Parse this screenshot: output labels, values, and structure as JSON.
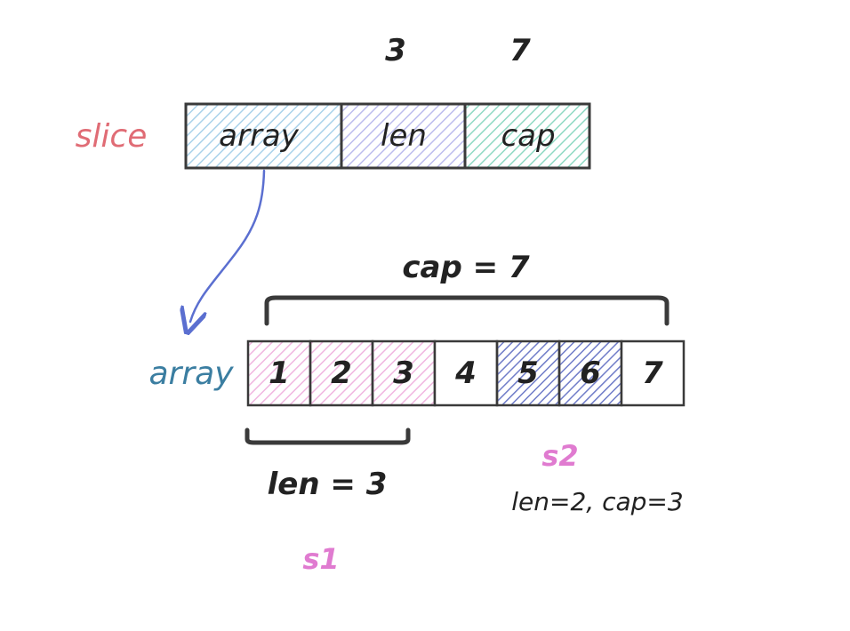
{
  "slice_struct": {
    "label": "slice",
    "label_color": "#e06c75",
    "fields": [
      {
        "name": "array",
        "value": "",
        "fill": "#cfe6f2"
      },
      {
        "name": "len",
        "value": "3",
        "fill": "#d6d6f2"
      },
      {
        "name": "cap",
        "value": "7",
        "fill": "#bfe8dc"
      }
    ]
  },
  "backing_array": {
    "label": "array",
    "label_color": "#3b7ea1",
    "cells": [
      {
        "value": "1",
        "group": "s1"
      },
      {
        "value": "2",
        "group": "s1"
      },
      {
        "value": "3",
        "group": "s1"
      },
      {
        "value": "4",
        "group": ""
      },
      {
        "value": "5",
        "group": "s2"
      },
      {
        "value": "6",
        "group": "s2"
      },
      {
        "value": "7",
        "group": ""
      }
    ]
  },
  "cap_brace_label": "cap = 7",
  "len_brace_label": "len = 3",
  "s1": {
    "name": "s1",
    "color": "#e07bd0",
    "fill": "#f3c6e6"
  },
  "s2": {
    "name": "s2",
    "color": "#e07bd0",
    "detail": "len=2, cap=3",
    "fill": "#8f9ad6"
  },
  "pointer_color": "#5b6fd0",
  "stroke_color": "#3a3a3a"
}
